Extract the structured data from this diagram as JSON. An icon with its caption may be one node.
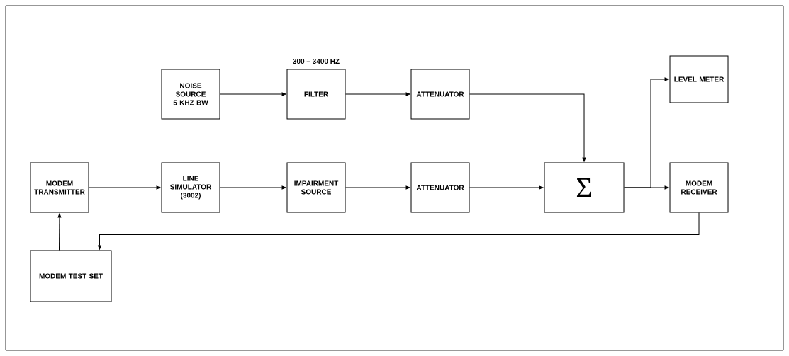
{
  "diagram": {
    "nodes": [
      {
        "text": [
          "NOISE SOURCE 5 KHZ BW"
        ]
      },
      {
        "text": [
          "FILTER"
        ],
        "beside": [
          "300 – 3400 HZ"
        ]
      },
      {
        "text": [
          "ATTENUATOR"
        ]
      },
      {
        "text": [
          "LEVEL METER"
        ]
      },
      {
        "text": [
          "MODEM TRANSMITTER"
        ]
      },
      {
        "text": [
          "LINE SIMULATOR (3002)"
        ]
      },
      {
        "text": [
          "IMPAIRMENT SOURCE"
        ]
      },
      {
        "text": [
          "ATTENUATOR"
        ]
      },
      {
        "text": [
          "Σ"
        ]
      },
      {
        "text": [
          "MODEM RECEIVER"
        ]
      },
      {
        "text": [
          "MODEM TEST SET"
        ]
      }
    ],
    "edges": [
      {
        "from": 0,
        "to": 1,
        "arrow": "to"
      },
      {
        "from": 1,
        "to": 2,
        "arrow": "to"
      },
      {
        "from": 2,
        "to": 8,
        "arrow": "to"
      },
      {
        "from": 4,
        "to": 5,
        "arrow": "to"
      },
      {
        "from": 5,
        "to": 6,
        "arrow": "to"
      },
      {
        "from": 6,
        "to": 7,
        "arrow": "to"
      },
      {
        "from": 7,
        "to": 8,
        "arrow": "to"
      },
      {
        "from": 8,
        "to": 9,
        "arrow": "to"
      },
      {
        "from": 8,
        "to": 3,
        "arrow": "to"
      },
      {
        "from": 9,
        "to": 10,
        "arrow": "to"
      },
      {
        "from": 10,
        "to": 4,
        "arrow": "to"
      }
    ]
  }
}
